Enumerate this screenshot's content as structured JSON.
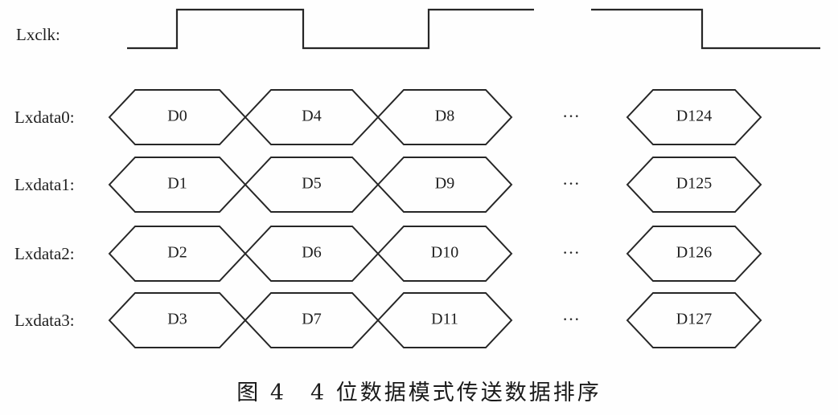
{
  "clock": {
    "label": "Lxclk:"
  },
  "lanes": [
    {
      "label": "Lxdata0:",
      "words": [
        "D0",
        "D4",
        "D8",
        "D124"
      ]
    },
    {
      "label": "Lxdata1:",
      "words": [
        "D1",
        "D5",
        "D9",
        "D125"
      ]
    },
    {
      "label": "Lxdata2:",
      "words": [
        "D2",
        "D6",
        "D10",
        "D126"
      ]
    },
    {
      "label": "Lxdata3:",
      "words": [
        "D3",
        "D7",
        "D11",
        "D127"
      ]
    }
  ],
  "ellipsis": "···",
  "caption": "图 4　4 位数据模式传送数据排序"
}
